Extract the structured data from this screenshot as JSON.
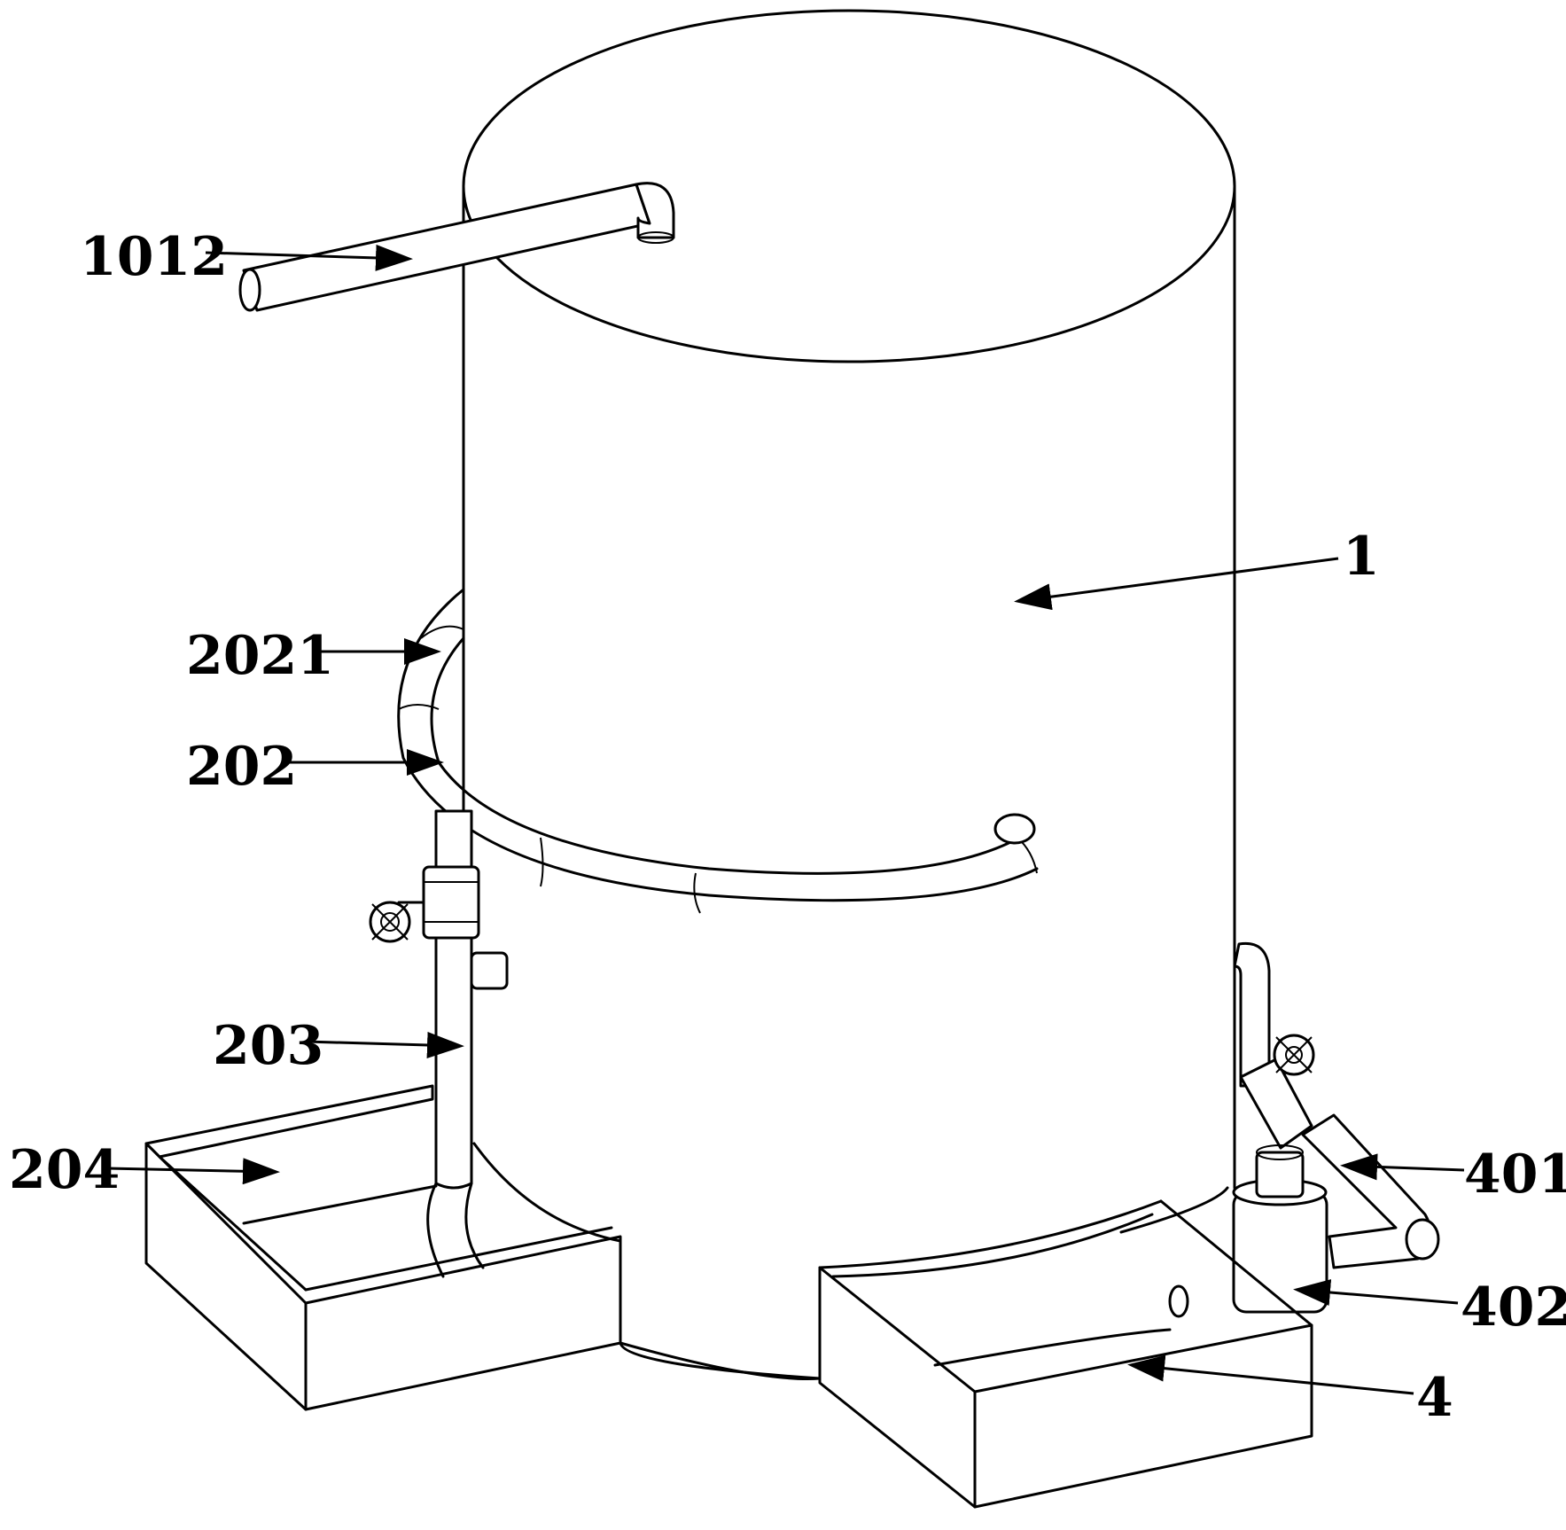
{
  "figure": {
    "labels": {
      "1012": "1012",
      "1": "1",
      "2021": "2021",
      "202": "202",
      "203": "203",
      "204": "204",
      "401": "401",
      "402": "402",
      "4": "4"
    }
  }
}
